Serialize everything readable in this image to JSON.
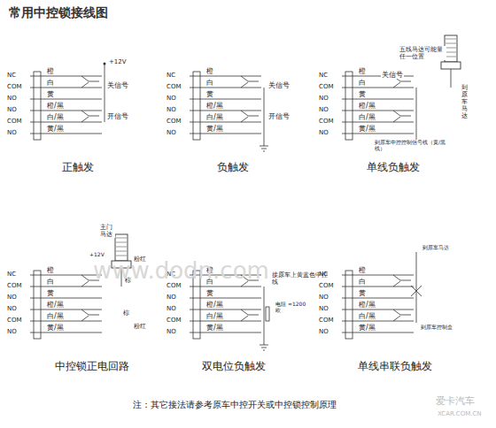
{
  "diagram": {
    "title": "常用中控锁接线图",
    "caption": "注：其它接法请参考原车中控开关或中控锁控制原理",
    "labels": [
      "NC",
      "COM",
      "NO",
      "NO",
      "COM",
      "NO",
      "橙",
      "白",
      "黄",
      "橙/黑",
      "白/黑",
      "黄/黑",
      "+12V",
      "关信号",
      "开信号",
      "正触发",
      "NC",
      "COM",
      "NO",
      "NO",
      "COM",
      "NO",
      "橙",
      "白",
      "黄",
      "橙/黑",
      "白/黑",
      "黄/黑",
      "关信号",
      "开信号",
      "负触发",
      "NC",
      "COM",
      "NO",
      "NO",
      "COM",
      "NO",
      "橙",
      "白",
      "黄",
      "橙/黑",
      "白/黑",
      "黄/黑",
      "五线马达可能量任一位置",
      "关信号",
      "到原车中控控制信号线（黄/黑线）",
      "到原车马达",
      "单线负触发",
      "NC",
      "COM",
      "NO",
      "NO",
      "COM",
      "NO",
      "橙",
      "白",
      "黄",
      "橙/黑",
      "白/黑",
      "黄/黑",
      "主门马达",
      "+12V",
      "棕",
      "粉红",
      "棕",
      "粉红",
      "中控锁正电回路",
      "NC",
      "COM",
      "NO",
      "NO",
      "COM",
      "NO",
      "橙",
      "白",
      "黄",
      "橙/黑",
      "白/黑",
      "黄/黑",
      "接原车上黄蓝色中控线",
      "电阻 ≈1200欧",
      "双电位负触发",
      "NC",
      "COM",
      "NO",
      "NO",
      "COM",
      "NO",
      "橙",
      "白",
      "黄",
      "橙/黑",
      "白/黑",
      "黄/黑",
      "到原车马达",
      "到原车控制盒",
      "单线串联负触发",
      "www.dodn.com",
      "爱卡汽车",
      "XCAR.COM.CN"
    ]
  }
}
